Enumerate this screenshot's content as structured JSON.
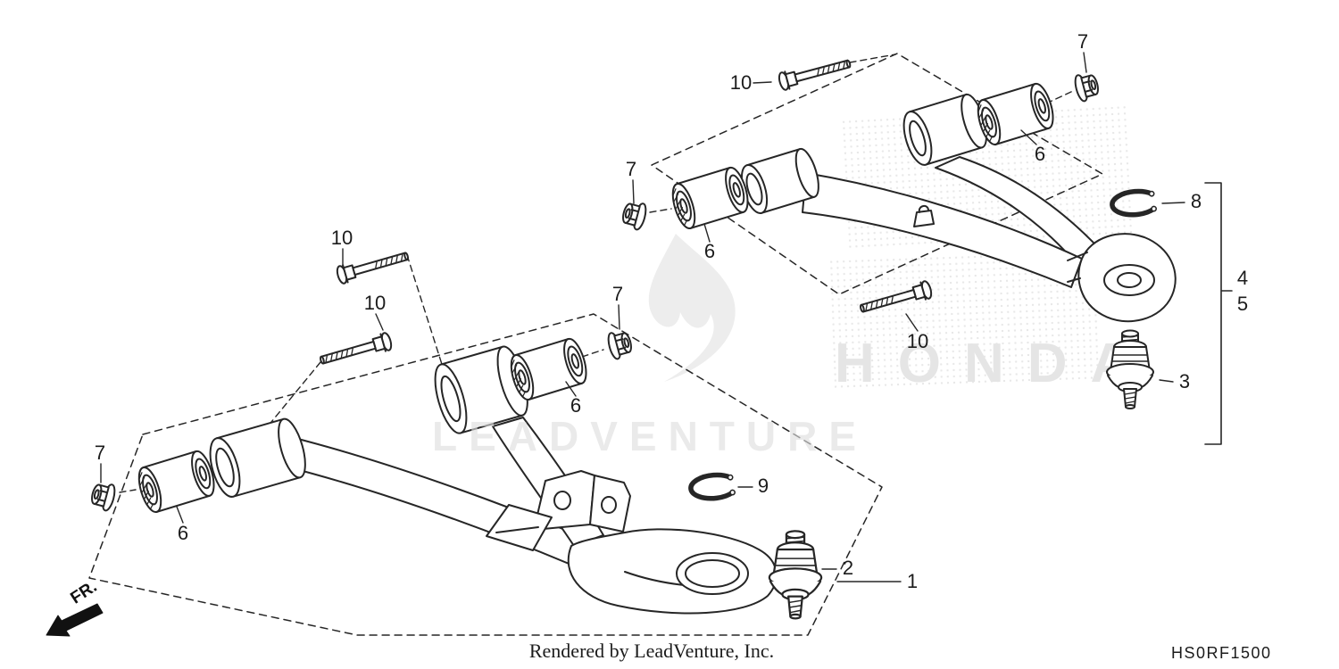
{
  "page": {
    "footer": "Rendered by LeadVenture, Inc.",
    "part_code": "HS0RF1500",
    "direction_label": "FR.",
    "watermark": "LEADVENTURE",
    "brand_watermark": "HONDA",
    "line_color": "#262626",
    "background_color": "#ffffff"
  },
  "callouts": [
    {
      "id": "lower-front-nut",
      "label": "7"
    },
    {
      "id": "lower-front-bushing",
      "label": "6"
    },
    {
      "id": "lower-upper-bolt",
      "label": "10"
    },
    {
      "id": "lower-lower-bolt",
      "label": "10"
    },
    {
      "id": "lower-rear-bushing",
      "label": "6"
    },
    {
      "id": "lower-rear-nut",
      "label": "7"
    },
    {
      "id": "lower-snap-ring",
      "label": "9"
    },
    {
      "id": "lower-ball-joint",
      "label": "2"
    },
    {
      "id": "lower-arm-assembly",
      "label": "1"
    },
    {
      "id": "upper-top-bolt",
      "label": "10"
    },
    {
      "id": "upper-rear-nut",
      "label": "7"
    },
    {
      "id": "upper-rear-bushing",
      "label": "6"
    },
    {
      "id": "upper-front-nut",
      "label": "7"
    },
    {
      "id": "upper-front-bushing",
      "label": "6"
    },
    {
      "id": "upper-snap-ring",
      "label": "8"
    },
    {
      "id": "upper-arm-right",
      "label": "4"
    },
    {
      "id": "upper-arm-left",
      "label": "5"
    },
    {
      "id": "upper-ball-joint",
      "label": "3"
    },
    {
      "id": "upper-pivot-bolt",
      "label": "10"
    }
  ]
}
